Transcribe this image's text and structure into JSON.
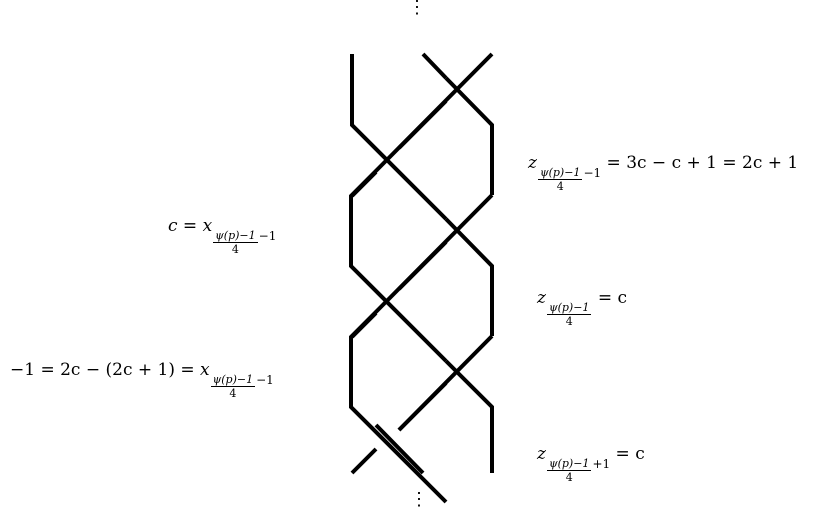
{
  "labels": {
    "left_top": {
      "lhs": "c =",
      "var": "x",
      "frac_num": "ψ(p)−1",
      "frac_den": "4",
      "suffix": "−1"
    },
    "left_bottom": {
      "lhs": "−1 = 2c − (2c + 1) =",
      "var": "x",
      "frac_num": "ψ(p)−1",
      "frac_den": "4",
      "suffix": "−1"
    },
    "right_top": {
      "var": "z",
      "frac_num": "ψ(p)−1",
      "frac_den": "4",
      "suffix": "−1",
      "rhs": "= 3c − c + 1 = 2c + 1"
    },
    "right_middle": {
      "var": "z",
      "frac_num": "ψ(p)−1",
      "frac_den": "4",
      "suffix": "",
      "rhs": "= c"
    },
    "right_bottom": {
      "var": "z",
      "frac_num": "ψ(p)−1",
      "frac_den": "4",
      "suffix": "+1",
      "rhs": "= c"
    }
  },
  "dots_glyph": "⋮"
}
